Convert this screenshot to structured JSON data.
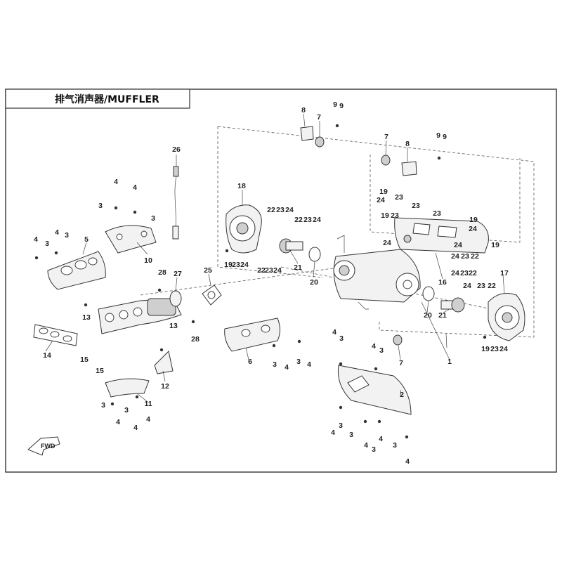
{
  "title": "排气消声器/MUFFLER",
  "fwd_label": "FWD",
  "callouts": [
    {
      "id": "c26",
      "text": "26"
    },
    {
      "id": "c18",
      "text": "18"
    },
    {
      "id": "c8a",
      "text": "8"
    },
    {
      "id": "c7a",
      "text": "7"
    },
    {
      "id": "c9a",
      "text": "9"
    },
    {
      "id": "c9b",
      "text": "9"
    },
    {
      "id": "c7b",
      "text": "7"
    },
    {
      "id": "c8b",
      "text": "8"
    },
    {
      "id": "c9c",
      "text": "9"
    },
    {
      "id": "c9d",
      "text": "9"
    },
    {
      "id": "c4a",
      "text": "4"
    },
    {
      "id": "c3a",
      "text": "3"
    },
    {
      "id": "c4b",
      "text": "4"
    },
    {
      "id": "c3b",
      "text": "3"
    },
    {
      "id": "c10",
      "text": "10"
    },
    {
      "id": "c4c",
      "text": "4"
    },
    {
      "id": "c3c",
      "text": "3"
    },
    {
      "id": "c4d",
      "text": "4"
    },
    {
      "id": "c3d",
      "text": "3"
    },
    {
      "id": "c5",
      "text": "5"
    },
    {
      "id": "c22a",
      "text": "22"
    },
    {
      "id": "c23a",
      "text": "23"
    },
    {
      "id": "c24a",
      "text": "24"
    },
    {
      "id": "c22b",
      "text": "22"
    },
    {
      "id": "c23b",
      "text": "23"
    },
    {
      "id": "c24b",
      "text": "24"
    },
    {
      "id": "c19a",
      "text": "19"
    },
    {
      "id": "c23c",
      "text": "23"
    },
    {
      "id": "c24c",
      "text": "24"
    },
    {
      "id": "c22c",
      "text": "22"
    },
    {
      "id": "c23d",
      "text": "23"
    },
    {
      "id": "c24d",
      "text": "24"
    },
    {
      "id": "c21a",
      "text": "21"
    },
    {
      "id": "c20a",
      "text": "20"
    },
    {
      "id": "c19b",
      "text": "19"
    },
    {
      "id": "c24e",
      "text": "24"
    },
    {
      "id": "c23e",
      "text": "23"
    },
    {
      "id": "c19c",
      "text": "19"
    },
    {
      "id": "c23f",
      "text": "23"
    },
    {
      "id": "c24f",
      "text": "24"
    },
    {
      "id": "c23g",
      "text": "23"
    },
    {
      "id": "c19d",
      "text": "19"
    },
    {
      "id": "c24g",
      "text": "24"
    },
    {
      "id": "c24h",
      "text": "24"
    },
    {
      "id": "c23h",
      "text": "23"
    },
    {
      "id": "c19e",
      "text": "19"
    },
    {
      "id": "c17",
      "text": "17"
    },
    {
      "id": "c16",
      "text": "16"
    },
    {
      "id": "c24i",
      "text": "24"
    },
    {
      "id": "c23i",
      "text": "23"
    },
    {
      "id": "c22d",
      "text": "22"
    },
    {
      "id": "c24j",
      "text": "24"
    },
    {
      "id": "c23j",
      "text": "23"
    },
    {
      "id": "c22e",
      "text": "22"
    },
    {
      "id": "c20b",
      "text": "20"
    },
    {
      "id": "c21b",
      "text": "21"
    },
    {
      "id": "c24k",
      "text": "24"
    },
    {
      "id": "c23k",
      "text": "23"
    },
    {
      "id": "c22f",
      "text": "22"
    },
    {
      "id": "c19f",
      "text": "19"
    },
    {
      "id": "c23l",
      "text": "23"
    },
    {
      "id": "c24l",
      "text": "24"
    },
    {
      "id": "c28a",
      "text": "28"
    },
    {
      "id": "c27",
      "text": "27"
    },
    {
      "id": "c25",
      "text": "25"
    },
    {
      "id": "c13a",
      "text": "13"
    },
    {
      "id": "c13b",
      "text": "13"
    },
    {
      "id": "c28b",
      "text": "28"
    },
    {
      "id": "c14",
      "text": "14"
    },
    {
      "id": "c15a",
      "text": "15"
    },
    {
      "id": "c15b",
      "text": "15"
    },
    {
      "id": "c12",
      "text": "12"
    },
    {
      "id": "c3e",
      "text": "3"
    },
    {
      "id": "c4e",
      "text": "4"
    },
    {
      "id": "c3f",
      "text": "3"
    },
    {
      "id": "c4f",
      "text": "4"
    },
    {
      "id": "c11",
      "text": "11"
    },
    {
      "id": "c4g",
      "text": "4"
    },
    {
      "id": "c6",
      "text": "6"
    },
    {
      "id": "c3g",
      "text": "3"
    },
    {
      "id": "c4h",
      "text": "4"
    },
    {
      "id": "c3h",
      "text": "3"
    },
    {
      "id": "c4i",
      "text": "4"
    },
    {
      "id": "c4j",
      "text": "4"
    },
    {
      "id": "c3i",
      "text": "3"
    },
    {
      "id": "c4k",
      "text": "4"
    },
    {
      "id": "c3j",
      "text": "3"
    },
    {
      "id": "c7c",
      "text": "7"
    },
    {
      "id": "c1",
      "text": "1"
    },
    {
      "id": "c2",
      "text": "2"
    },
    {
      "id": "c4l",
      "text": "4"
    },
    {
      "id": "c3k",
      "text": "3"
    },
    {
      "id": "c3l",
      "text": "3"
    },
    {
      "id": "c4m",
      "text": "4"
    },
    {
      "id": "c3m",
      "text": "3"
    },
    {
      "id": "c4n",
      "text": "4"
    },
    {
      "id": "c3n",
      "text": "3"
    },
    {
      "id": "c4o",
      "text": "4"
    }
  ]
}
